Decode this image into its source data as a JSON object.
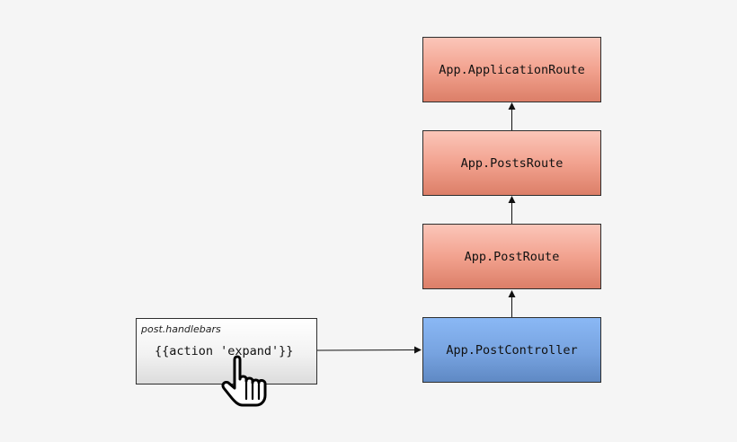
{
  "nodes": {
    "application_route": "App.ApplicationRoute",
    "posts_route": "App.PostsRoute",
    "post_route": "App.PostRoute",
    "post_controller": "App.PostController"
  },
  "template": {
    "filename": "post.handlebars",
    "code": "{{action 'expand'}}"
  },
  "icons": {
    "cursor": "pointing-hand-cursor-icon"
  },
  "colors": {
    "route": "#f2a28f",
    "controller": "#77a3e0",
    "background": "#f5f5f5"
  }
}
